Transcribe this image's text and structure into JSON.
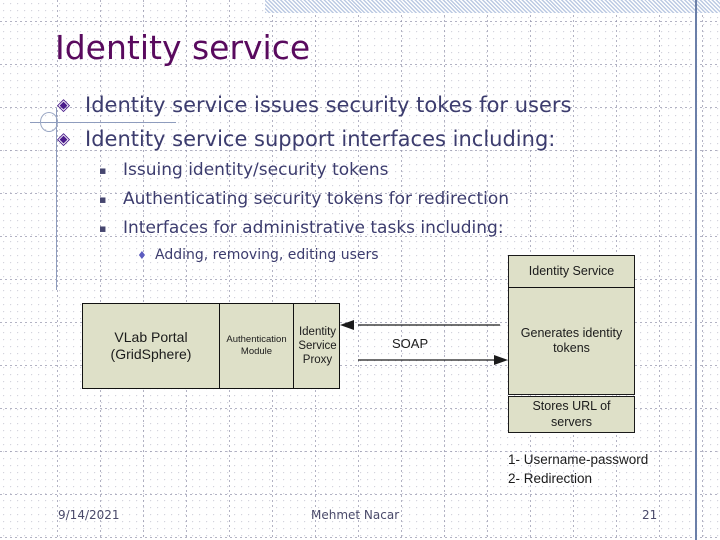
{
  "slide": {
    "title": "Identity service",
    "colors": {
      "title": "#590A5E",
      "body_text": "#3C3C6E",
      "bullet_level1": "#4B1C8C",
      "bullet_level3": "#5C5CBF",
      "diagram_fill": "#DEE0C8",
      "diagram_stroke": "#111111",
      "accent_rule": "#6B7FA8",
      "band_hatch": "#B9C8E2"
    },
    "bullets": [
      {
        "level": 1,
        "marker": "diamond-bullet-icon",
        "marker_glyph": "◈",
        "text": "Identity service issues security tokes for users"
      },
      {
        "level": 1,
        "marker": "diamond-bullet-icon",
        "marker_glyph": "◈",
        "text": "Identity service support interfaces including:"
      },
      {
        "level": 2,
        "marker": "square-bullet-icon",
        "marker_glyph": "▪",
        "text": "Issuing identity/security tokens"
      },
      {
        "level": 2,
        "marker": "square-bullet-icon",
        "marker_glyph": "▪",
        "text": "Authenticating security tokens for redirection"
      },
      {
        "level": 2,
        "marker": "square-bullet-icon",
        "marker_glyph": "▪",
        "text": "Interfaces for administrative tasks including:"
      },
      {
        "level": 3,
        "marker": "small-diamond-bullet-icon",
        "marker_glyph": "♦",
        "text": "Adding, removing, editing users"
      }
    ]
  },
  "diagram": {
    "left_group": {
      "cells": [
        {
          "name": "vlab-portal",
          "line1": "VLab Portal",
          "line2": "(GridSphere)"
        },
        {
          "name": "authentication-module",
          "line1": "Authentication",
          "line2": "Module"
        },
        {
          "name": "identity-service-proxy",
          "line1": "Identity",
          "line2": "Service",
          "line3": "Proxy"
        }
      ]
    },
    "right_stack": [
      {
        "name": "identity-service-header",
        "text": "Identity Service"
      },
      {
        "name": "generates-identity-tokens",
        "line1": "Generates identity",
        "line2": "tokens"
      },
      {
        "name": "stores-url-of-servers",
        "line1": "Stores URL of",
        "line2": "servers"
      }
    ],
    "connector_label": "SOAP",
    "legend": [
      "1- Username-password",
      "2- Redirection"
    ]
  },
  "footer": {
    "date": "9/14/2021",
    "author": "Mehmet Nacar",
    "page_number": "21"
  }
}
